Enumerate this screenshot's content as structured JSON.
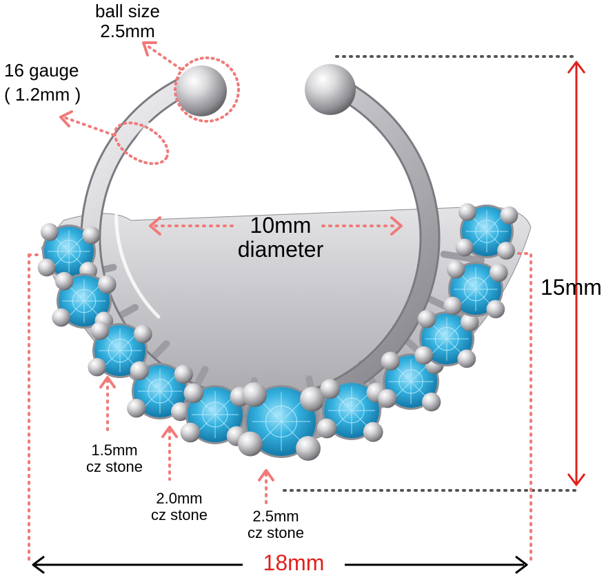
{
  "labels": {
    "ball_size_line1": "ball size",
    "ball_size_line2": "2.5mm",
    "gauge_line1": "16 gauge",
    "gauge_line2": "( 1.2mm )",
    "diameter_line1": "10mm",
    "diameter_line2": "diameter",
    "height": "15mm",
    "width": "18mm",
    "stone_small_line1": "1.5mm",
    "stone_small_line2": "cz stone",
    "stone_medium_line1": "2.0mm",
    "stone_medium_line2": "cz stone",
    "stone_large_line1": "2.5mm",
    "stone_large_line2": "cz stone"
  },
  "colors": {
    "silver": "#c8c8cc",
    "stone_blue": "#29a6d8",
    "dotted_red": "#f07a78",
    "arrow_red": "#e0201c",
    "dotted_gray": "#555555",
    "text": "#000000"
  }
}
